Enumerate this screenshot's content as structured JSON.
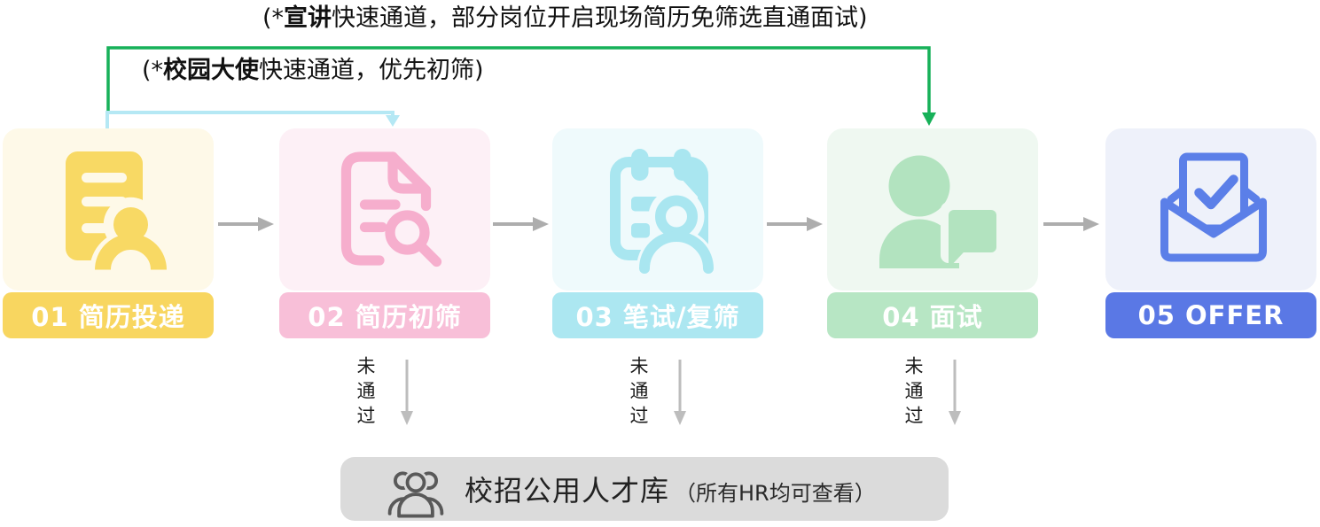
{
  "annotations": [
    {
      "prefix": "(*",
      "bold": "宣讲",
      "rest": "快速通道，部分岗位开启现场简历免筛选直通面试)"
    },
    {
      "prefix": "(*",
      "bold": "校园大使",
      "rest": "快速通道，优先初筛)"
    }
  ],
  "stages": [
    {
      "label": "01 简历投递",
      "icon": "resume-icon",
      "card_bg": "#FEF9E8",
      "accent": "#F8D964",
      "label_bg": "#F8D660",
      "label_color": "#FFFFFF"
    },
    {
      "label": "02 简历初筛",
      "icon": "resume-screening-icon",
      "card_bg": "#FDF0F6",
      "accent": "#F6AECD",
      "label_bg": "#F8BFD8",
      "label_color": "#FFFFFF"
    },
    {
      "label": "03 笔试/复筛",
      "icon": "written-test-icon",
      "card_bg": "#EFFAFC",
      "accent": "#A9E6F0",
      "label_bg": "#ACE7F1",
      "label_color": "#FFFFFF"
    },
    {
      "label": "04 面试",
      "icon": "interview-icon",
      "card_bg": "#EFF8F1",
      "accent": "#B2E3BF",
      "label_bg": "#B7E6C4",
      "label_color": "#FFFFFF"
    },
    {
      "label": "05 OFFER",
      "icon": "offer-icon",
      "card_bg": "#EEF1FA",
      "accent": "#5B7FE8",
      "label_bg": "#5A78E5",
      "label_color": "#FFFFFF"
    }
  ],
  "fail_label": "未通过",
  "talent_pool": {
    "title": "校招公用人才库",
    "subtitle": "（所有HR均可查看）",
    "icon": "people-group-icon",
    "bg": "#DBDBDB"
  },
  "colors": {
    "green_fast_track_line": "#17B159",
    "cyan_fast_track_line": "#B5E8F4",
    "gray_connector_arrow": "#ADADAD",
    "gray_down_arrow": "#BDBDBD",
    "annotation_text": "#111111",
    "background": "#FFFFFF"
  }
}
